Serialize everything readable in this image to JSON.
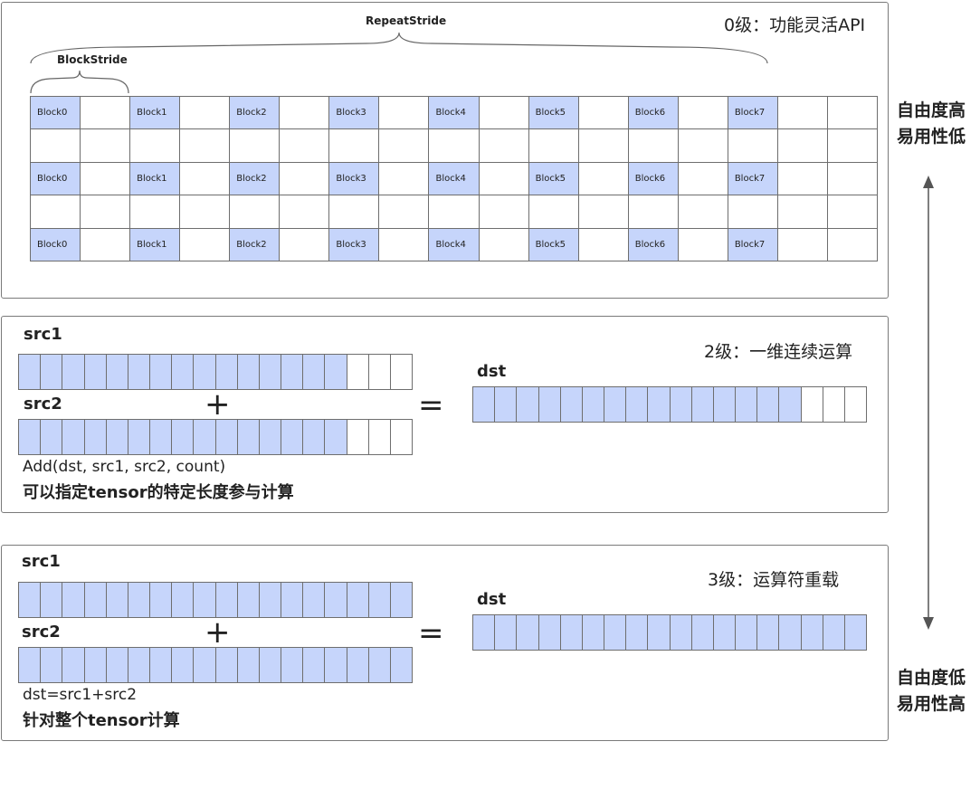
{
  "level0": {
    "title": "0级：功能灵活API",
    "repeat_stride_label": "RepeatStride",
    "block_stride_label": "BlockStride",
    "block_labels": [
      "Block0",
      "Block1",
      "Block2",
      "Block3",
      "Block4",
      "Block5",
      "Block6",
      "Block7"
    ],
    "block_rows": [
      1,
      3,
      5
    ]
  },
  "level2": {
    "title": "2级：一维连续运算",
    "src1_label": "src1",
    "src2_label": "src2",
    "dst_label": "dst",
    "plus": "+",
    "equals": "=",
    "code": "Add(dst, src1, src2, count)",
    "description": "可以指定tensor的特定长度参与计算",
    "filled_cells": 15,
    "empty_cells": 3
  },
  "level3": {
    "title": "3级：运算符重载",
    "src1_label": "src1",
    "src2_label": "src2",
    "dst_label": "dst",
    "plus": "+",
    "equals": "=",
    "code": "dst=src1+src2",
    "description": "针对整个tensor计算",
    "filled_cells": 18,
    "empty_cells": 0
  },
  "side_labels": {
    "top_line1": "自由度高",
    "top_line2": "易用性低",
    "bottom_line1": "自由度低",
    "bottom_line2": "易用性高"
  },
  "colors": {
    "cell_fill": "#c6d5fb",
    "border": "#6e6e6e",
    "panel_border": "#7a7a7a"
  }
}
